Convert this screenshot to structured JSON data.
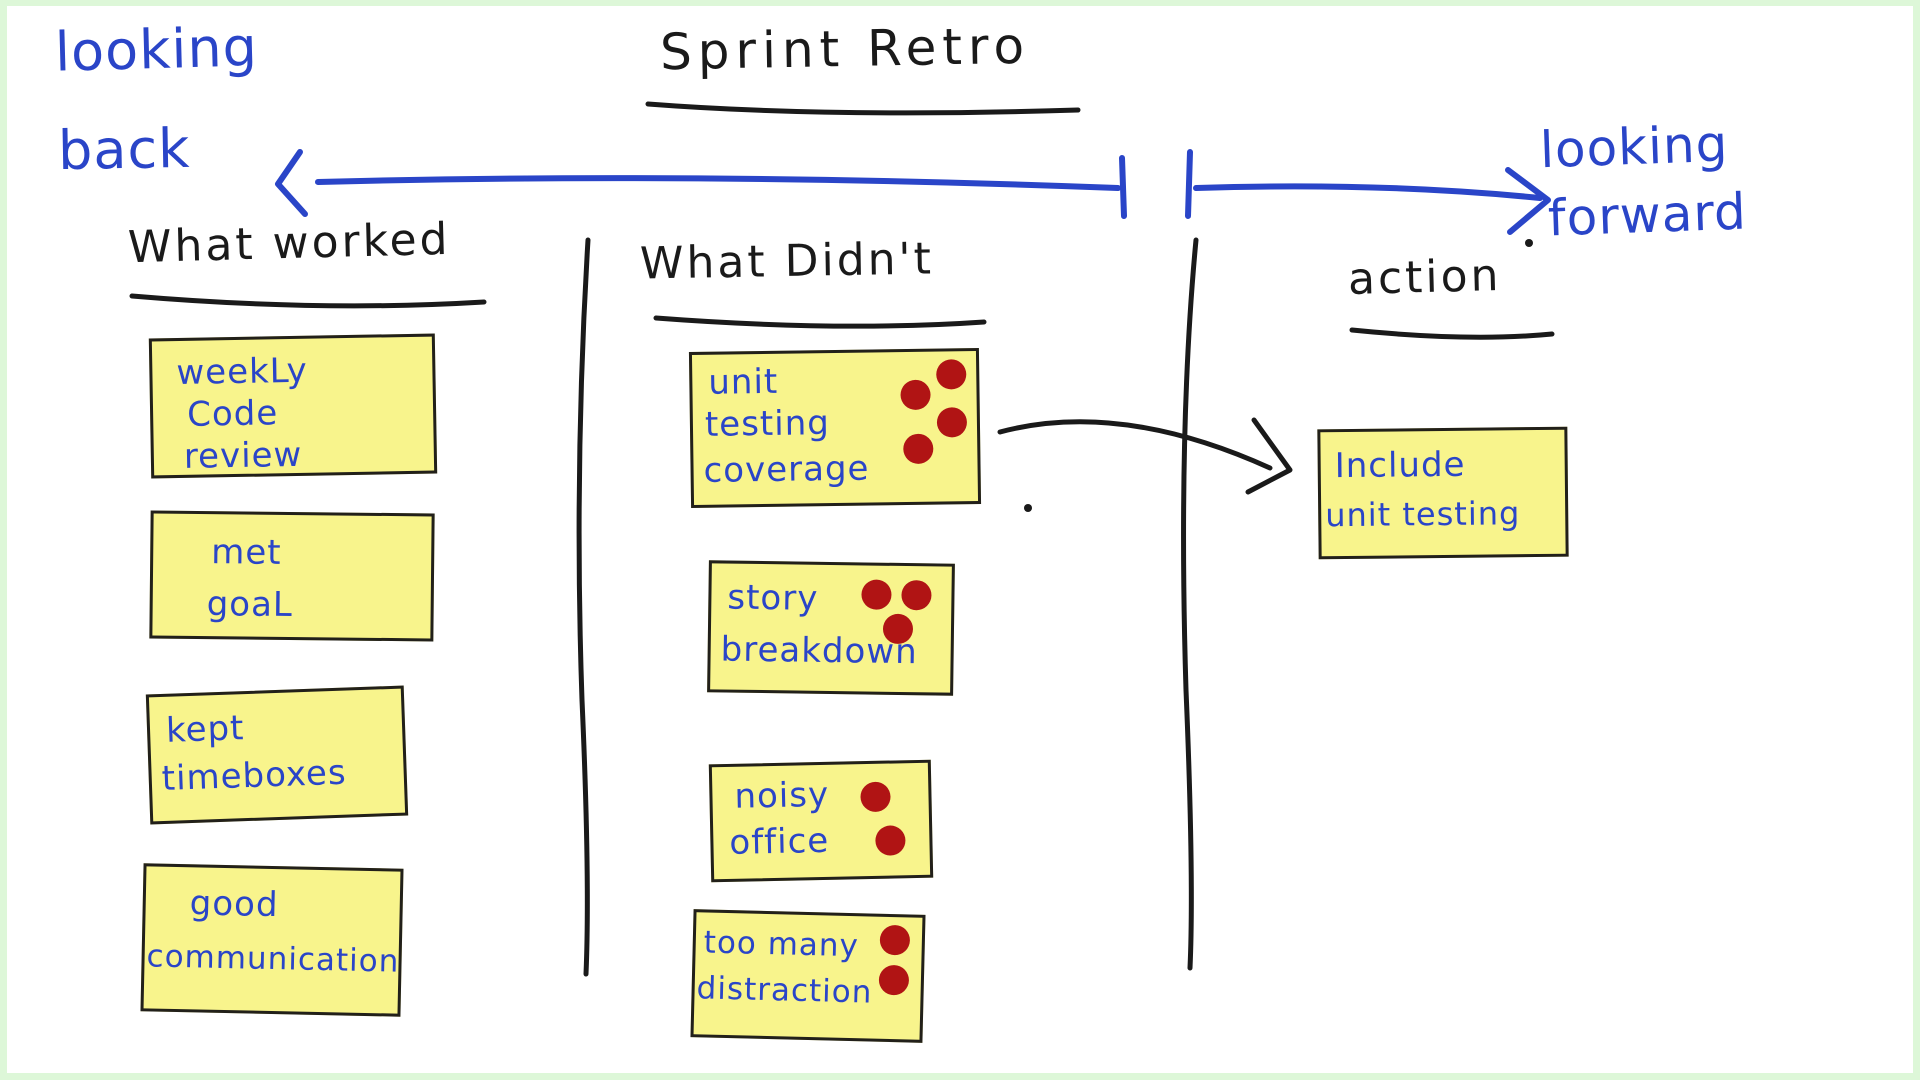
{
  "board": {
    "title": "Sprint Retro",
    "left_axis_label_line1": "looking",
    "left_axis_label_line2": "back",
    "right_axis_label_line1": "looking",
    "right_axis_label_line2": "forward",
    "ink_blue": "#2a45c8",
    "ink_black": "#1a1a1a",
    "sticky_fill": "#f8f48c",
    "sticky_outline": "#22201a",
    "vote_dot_color": "#b01414",
    "frame_color": "#ddf7d8"
  },
  "columns": [
    {
      "id": "what-worked",
      "header": "What worked",
      "notes": [
        {
          "lines": [
            "weekLy",
            "Code",
            "review"
          ],
          "votes": 0
        },
        {
          "lines": [
            "met",
            "goaL"
          ],
          "votes": 0
        },
        {
          "lines": [
            "kept",
            "timeboxes"
          ],
          "votes": 0
        },
        {
          "lines": [
            "good",
            "communication"
          ],
          "votes": 0
        }
      ]
    },
    {
      "id": "what-didnt",
      "header": "What Didn't",
      "notes": [
        {
          "lines": [
            "unit",
            "testing",
            "coverage"
          ],
          "votes": 4
        },
        {
          "lines": [
            "story",
            "breakdown"
          ],
          "votes": 3
        },
        {
          "lines": [
            "noisy",
            "office"
          ],
          "votes": 2
        },
        {
          "lines": [
            "too many",
            "distraction"
          ],
          "votes": 2
        }
      ]
    },
    {
      "id": "action",
      "header": "action",
      "notes": [
        {
          "lines": [
            "Include",
            "unit testing"
          ],
          "votes": 0
        }
      ]
    }
  ],
  "connector": {
    "name": "unit-testing-to-action-arrow",
    "from_note": "unit testing coverage",
    "to_note": "Include unit testing"
  }
}
